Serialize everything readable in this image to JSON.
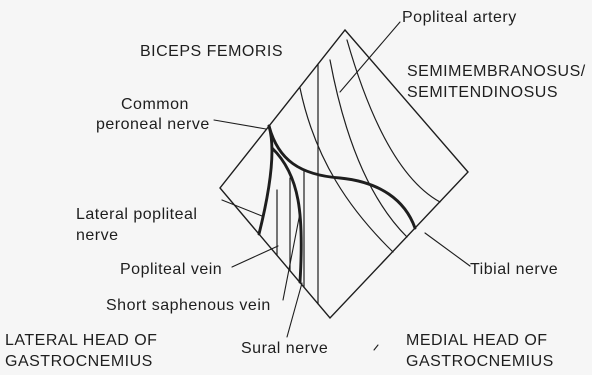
{
  "figure": {
    "labels": {
      "popliteal_artery": "Popliteal artery",
      "biceps_femoris": "BICEPS FEMORIS",
      "semimembranosus_line1": "SEMIMEMBRANOSUS/",
      "semimembranosus_line2": "SEMITENDINOSUS",
      "common_peroneal_line1": "Common",
      "common_peroneal_line2": "peroneal nerve",
      "lateral_popliteal_line1": "Lateral popliteal",
      "lateral_popliteal_line2": "nerve",
      "popliteal_vein": "Popliteal vein",
      "tibial_nerve": "Tibial nerve",
      "short_saphenous_vein": "Short saphenous vein",
      "sural_nerve": "Sural nerve",
      "lateral_head_line1": "LATERAL HEAD OF",
      "lateral_head_line2": "GASTROCNEMIUS",
      "medial_head_line1": "MEDIAL HEAD OF",
      "medial_head_line2": "GASTROCNEMIUS"
    },
    "colors": {
      "ink": "#1e1e1e",
      "background": "#f6f6f6"
    }
  }
}
